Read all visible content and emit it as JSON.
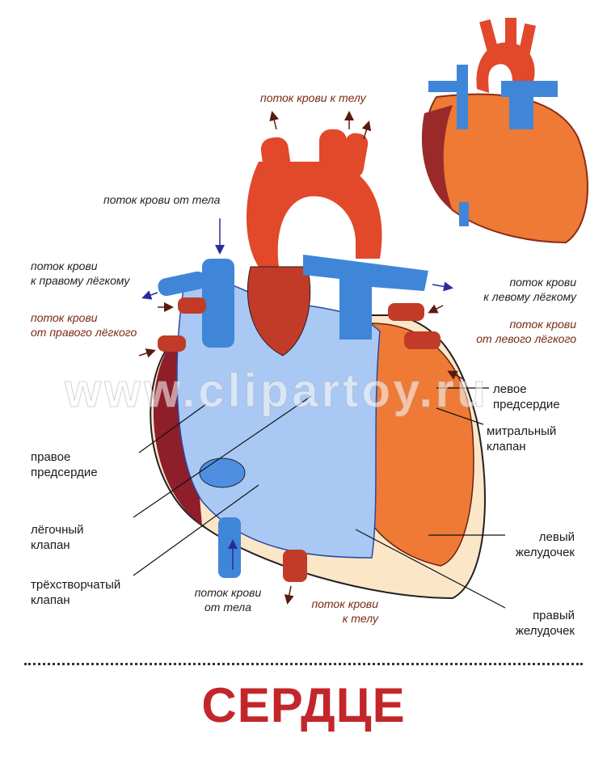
{
  "title": "СЕРДЦЕ",
  "watermark": "www.clipartoy.ru",
  "flows": {
    "to_body_top": "поток крови к телу",
    "from_body_top": "поток крови от тела",
    "to_right_lung": [
      "поток крови",
      "к правому лёгкому"
    ],
    "from_right_lung": [
      "поток крови",
      "от правого лёгкого"
    ],
    "to_left_lung": [
      "поток крови",
      "к левому лёгкому"
    ],
    "from_left_lung": [
      "поток крови",
      "от левого лёгкого"
    ],
    "from_body_bottom": [
      "поток крови",
      "от тела"
    ],
    "to_body_bottom": [
      "поток крови",
      "к телу"
    ]
  },
  "parts": {
    "left_atrium": [
      "левое",
      "предсердие"
    ],
    "mitral_valve": [
      "митральный",
      "клапан"
    ],
    "left_ventricle": [
      "левый",
      "желудочек"
    ],
    "right_ventricle": [
      "правый",
      "желудочек"
    ],
    "right_atrium": [
      "правое",
      "предсердие"
    ],
    "pulmonary_valve": [
      "лёгочный",
      "клапан"
    ],
    "tricuspid_valve": [
      "трёхстворчатый",
      "клапан"
    ]
  },
  "colors": {
    "artery": "#e2482a",
    "vein": "#3f86d8",
    "title": "#c3262a"
  }
}
